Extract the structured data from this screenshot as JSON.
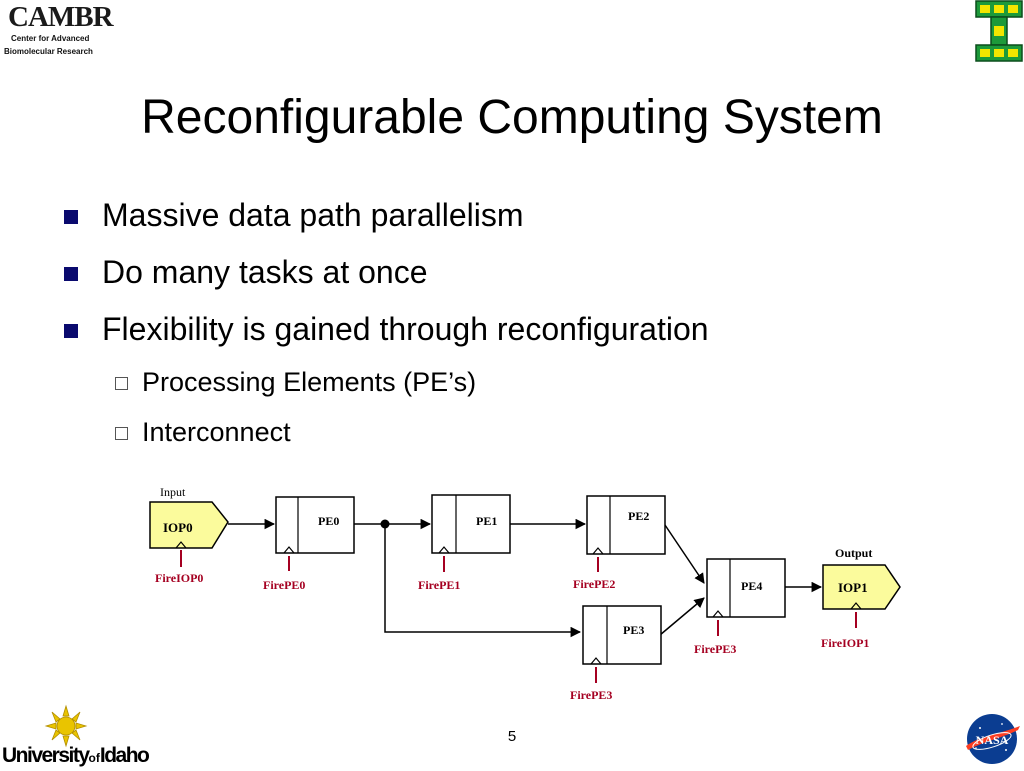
{
  "header": {
    "cambr_logo": {
      "mark": "CAMBR",
      "line1": "Center for Advanced",
      "line2": "Biomolecular Research"
    }
  },
  "title": "Reconfigurable Computing System",
  "bullets": [
    "Massive data path parallelism",
    "Do many tasks at once",
    "Flexibility is gained through reconfiguration"
  ],
  "sub_bullets": [
    "Processing Elements (PE’s)",
    "Interconnect"
  ],
  "diagram": {
    "input_label": "Input",
    "output_label": "Output",
    "iop0": "IOP0",
    "iop1": "IOP1",
    "pe0": "PE0",
    "pe1": "PE1",
    "pe2": "PE2",
    "pe3": "PE3",
    "pe4": "PE4",
    "fire_iop0": "FireIOP0",
    "fire_pe0": "FirePE0",
    "fire_pe1": "FirePE1",
    "fire_pe2": "FirePE2",
    "fire_pe3_a": "FirePE3",
    "fire_pe3_b": "FirePE3",
    "fire_iop1": "FireIOP1",
    "colors": {
      "iop_fill": "#fbfb9c",
      "fire_red": "#a50021",
      "line": "#000000"
    }
  },
  "footer": {
    "page_number": "5",
    "uidaho": {
      "part1": "University",
      "of": "of",
      "part2": "Idaho"
    },
    "nasa_logo": "NASA"
  }
}
